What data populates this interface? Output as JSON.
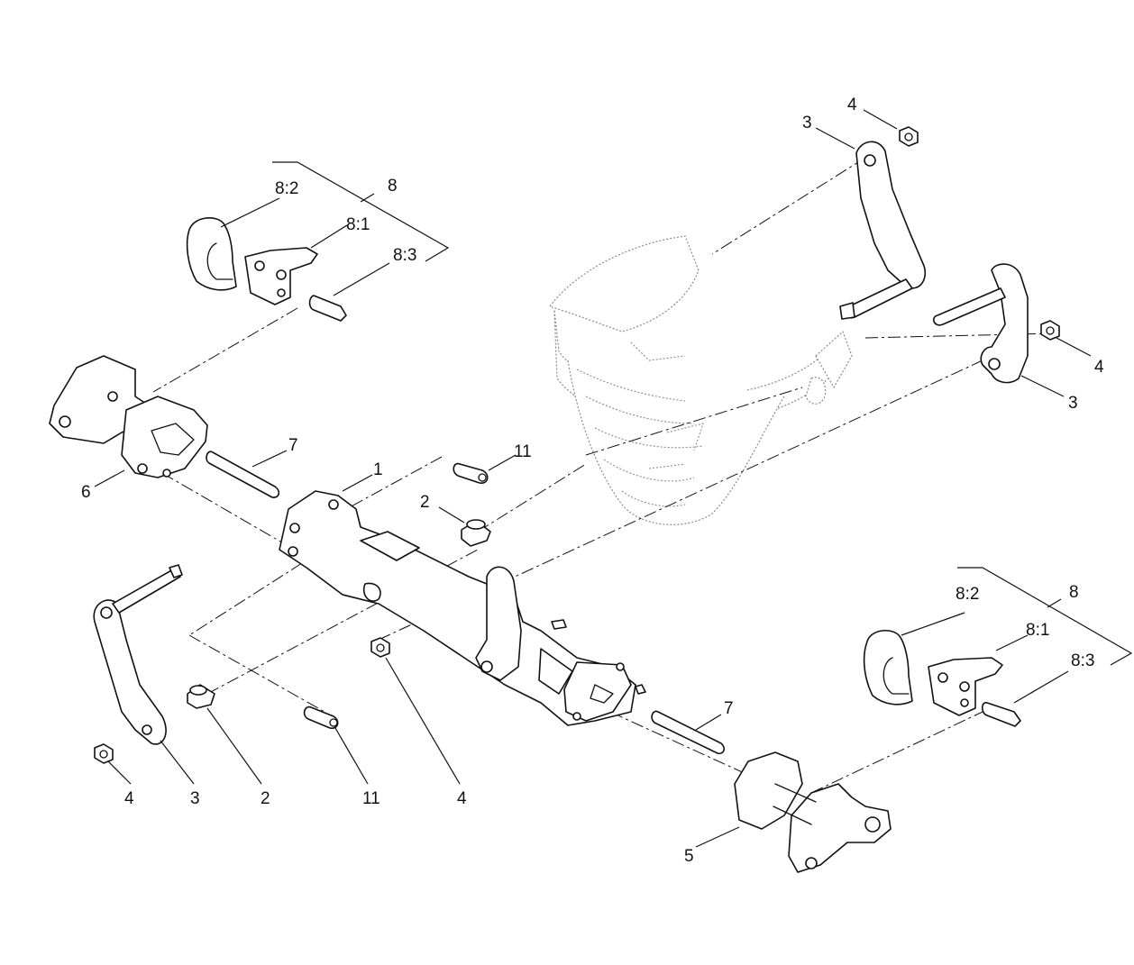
{
  "callouts": {
    "c1": "1",
    "c2a": "2",
    "c2b": "2",
    "c3a": "3",
    "c3b": "3",
    "c3c": "3",
    "c4a": "4",
    "c4b": "4",
    "c4c": "4",
    "c4d": "4",
    "c5": "5",
    "c6": "6",
    "c7a": "7",
    "c7b": "7",
    "c8a": "8",
    "c8b": "8",
    "c8_1a": "8:1",
    "c8_1b": "8:1",
    "c8_2a": "8:2",
    "c8_2b": "8:2",
    "c8_3a": "8:3",
    "c8_3b": "8:3",
    "c11a": "11",
    "c11b": "11"
  }
}
